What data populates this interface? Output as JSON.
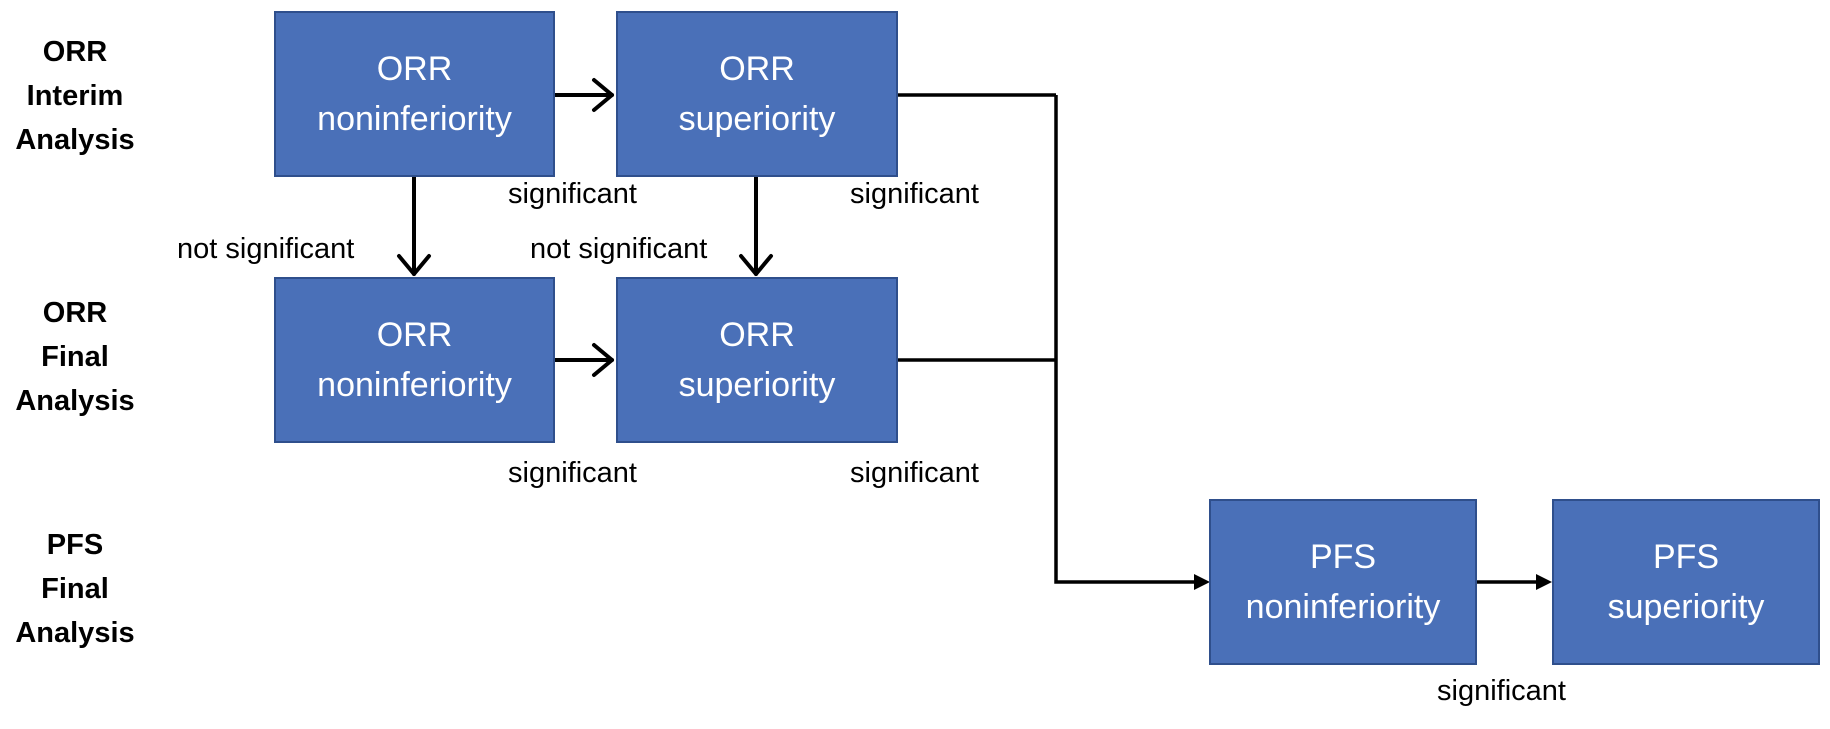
{
  "stages": [
    {
      "lines": [
        "ORR",
        "Interim",
        "Analysis"
      ]
    },
    {
      "lines": [
        "ORR",
        "Final",
        "Analysis"
      ]
    },
    {
      "lines": [
        "PFS",
        "Final",
        "Analysis"
      ]
    }
  ],
  "boxes": {
    "interim_noninferiority": {
      "line1": "ORR",
      "line2": "noninferiority"
    },
    "interim_superiority": {
      "line1": "ORR",
      "line2": "superiority"
    },
    "final_noninferiority": {
      "line1": "ORR",
      "line2": "noninferiority"
    },
    "final_superiority": {
      "line1": "ORR",
      "line2": "superiority"
    },
    "pfs_noninferiority": {
      "line1": "PFS",
      "line2": "noninferiority"
    },
    "pfs_superiority": {
      "line1": "PFS",
      "line2": "superiority"
    }
  },
  "edge_labels": {
    "interim_ni_to_sup": "significant",
    "interim_sup_to_pfs": "significant",
    "interim_ni_to_final_ni": "not significant",
    "interim_sup_to_final_sup": "not significant",
    "final_ni_to_sup": "significant",
    "final_sup_to_pfs": "significant",
    "pfs_ni_to_sup": "significant"
  },
  "colors": {
    "box_fill": "#4a70b8",
    "box_border": "#2f4f8c",
    "box_text": "#ffffff",
    "arrow": "#000000"
  }
}
